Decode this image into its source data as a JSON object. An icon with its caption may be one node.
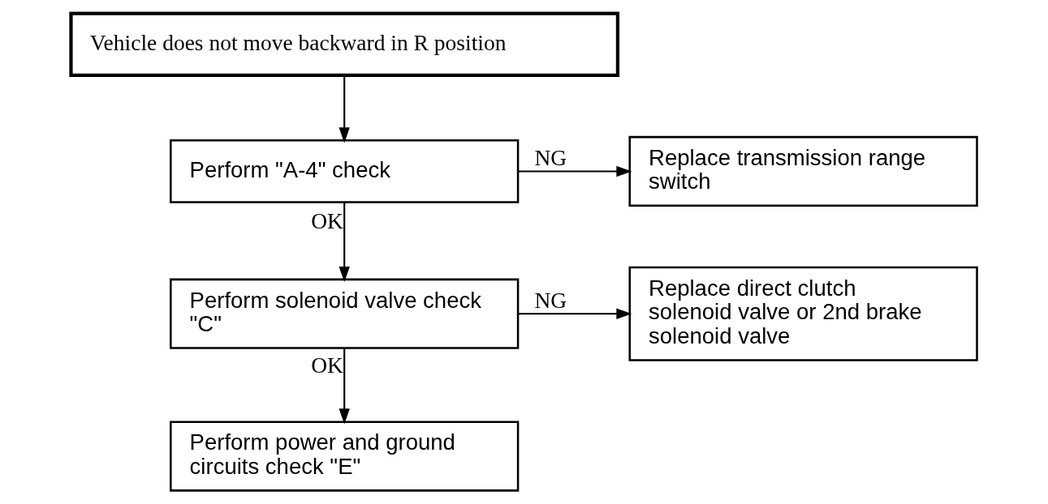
{
  "diagram": {
    "nodes": [
      {
        "text": [
          "Vehicle does not move backward in R position"
        ]
      },
      {
        "text": [
          "Perform \"A-4\" check"
        ]
      },
      {
        "text": [
          "Replace transmission range switch"
        ]
      },
      {
        "text": [
          "Perform solenoid valve check \"C\""
        ]
      },
      {
        "text": [
          "Replace direct clutch solenoid valve or 2nd brake solenoid valve"
        ]
      },
      {
        "text": [
          "Perform power and ground circuits check \"E\""
        ]
      }
    ],
    "edges": [
      {
        "from": 0,
        "to": 1,
        "arrow": "to"
      },
      {
        "from": 1,
        "to": 2,
        "arrow": "to",
        "label": "NG"
      },
      {
        "from": 1,
        "to": 3,
        "arrow": "to",
        "label": "OK"
      },
      {
        "from": 3,
        "to": 4,
        "arrow": "to",
        "label": "NG"
      },
      {
        "from": 3,
        "to": 5,
        "arrow": "to",
        "label": "OK"
      }
    ]
  }
}
